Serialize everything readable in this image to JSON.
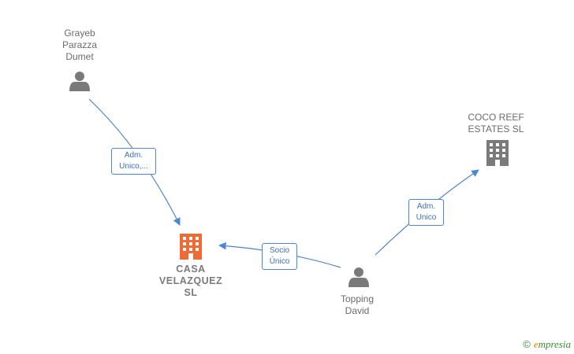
{
  "colors": {
    "edge": "#4a86d6",
    "person_icon": "#7a7a7a",
    "company_icon": "#7a7a7a",
    "main_company_icon": "#f06a35",
    "brand_green": "#3a8a3a",
    "brand_orange": "#e8a33a"
  },
  "nodes": {
    "grayeb": {
      "name": "Grayeb\nParazza\nDumet",
      "type": "person-icon"
    },
    "coco_reef": {
      "name": "COCO REEF\nESTATES SL",
      "type": "building-icon"
    },
    "casa": {
      "name": "CASA\nVELAZQUEZ\nSL",
      "type": "building-icon"
    },
    "topping": {
      "name": "Topping\nDavid",
      "type": "person-icon"
    }
  },
  "edges": {
    "grayeb_casa": {
      "line1": "Adm.",
      "line2": "Unico,..."
    },
    "topping_coco": {
      "line1": "Adm.",
      "line2": "Unico"
    },
    "topping_casa": {
      "line1": "Socio",
      "line2": "Único"
    }
  },
  "brand": {
    "copyright": "©",
    "initial": "e",
    "rest": "mpresia"
  }
}
